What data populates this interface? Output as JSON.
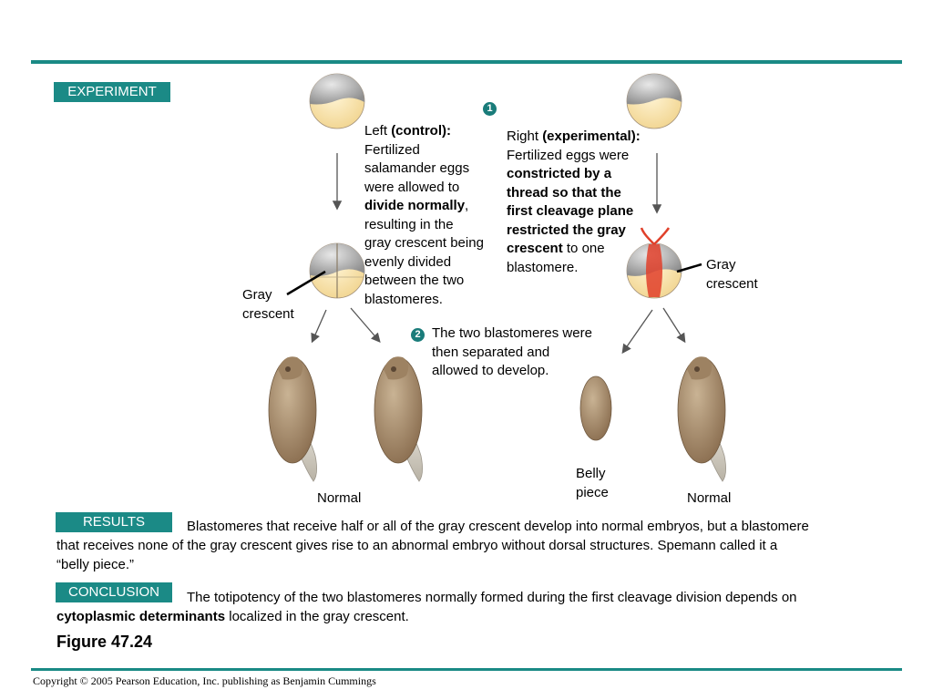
{
  "experiment_label": "EXPERIMENT",
  "results_label": "RESULTS",
  "conclusion_label": "CONCLUSION",
  "step1": "1",
  "step2": "2",
  "left_desc": {
    "l1a": "Left ",
    "l1b": "(control):",
    "l2": "Fertilized",
    "l3": "salamander eggs",
    "l4": "were allowed to",
    "l5a": "divide normally",
    "l5b": ",",
    "l6": "resulting in the",
    "l7": "gray crescent being",
    "l8": "evenly divided",
    "l9": "between the two",
    "l10": "blastomeres."
  },
  "right_desc": {
    "l1a": "Right ",
    "l1b": "(experimental):",
    "l2": "Fertilized eggs were",
    "l3": "constricted by a",
    "l4": "thread so that the",
    "l5": "first cleavage plane",
    "l6": "restricted the gray",
    "l7a": "crescent",
    "l7b": " to one",
    "l8": "blastomere."
  },
  "gray_crescent_left": [
    "Gray",
    "crescent"
  ],
  "gray_crescent_right": [
    "Gray",
    "crescent"
  ],
  "step2_text": [
    "The two blastomeres were",
    "then separated and",
    "allowed to develop."
  ],
  "outcomes": {
    "normal_left": "Normal",
    "normal_right": "Normal",
    "belly_piece": [
      "Belly",
      "piece"
    ]
  },
  "results_text": {
    "l1": "Blastomeres that receive half or all of the gray crescent develop into normal embryos, but a blastomere",
    "l2": "that receives none of the gray crescent gives rise to an abnormal embryo without dorsal structures. Spemann called it a",
    "l3": "“belly piece.”"
  },
  "conclusion_text": {
    "l1": "The totipotency of the two blastomeres normally formed during the first cleavage division depends on",
    "l2a": "cytoplasmic determinants",
    "l2b": " localized in the gray crescent."
  },
  "figure_label": "Figure 47.24",
  "copyright": "Copyright © 2005 Pearson Education, Inc. publishing as Benjamin Cummings",
  "colors": {
    "teal": "#1b8a86",
    "egg_gray": "#b8b8b8",
    "egg_yolk": "#f5dea0",
    "embryo_brown": "#a88e70",
    "thread_red": "#e0402a"
  }
}
